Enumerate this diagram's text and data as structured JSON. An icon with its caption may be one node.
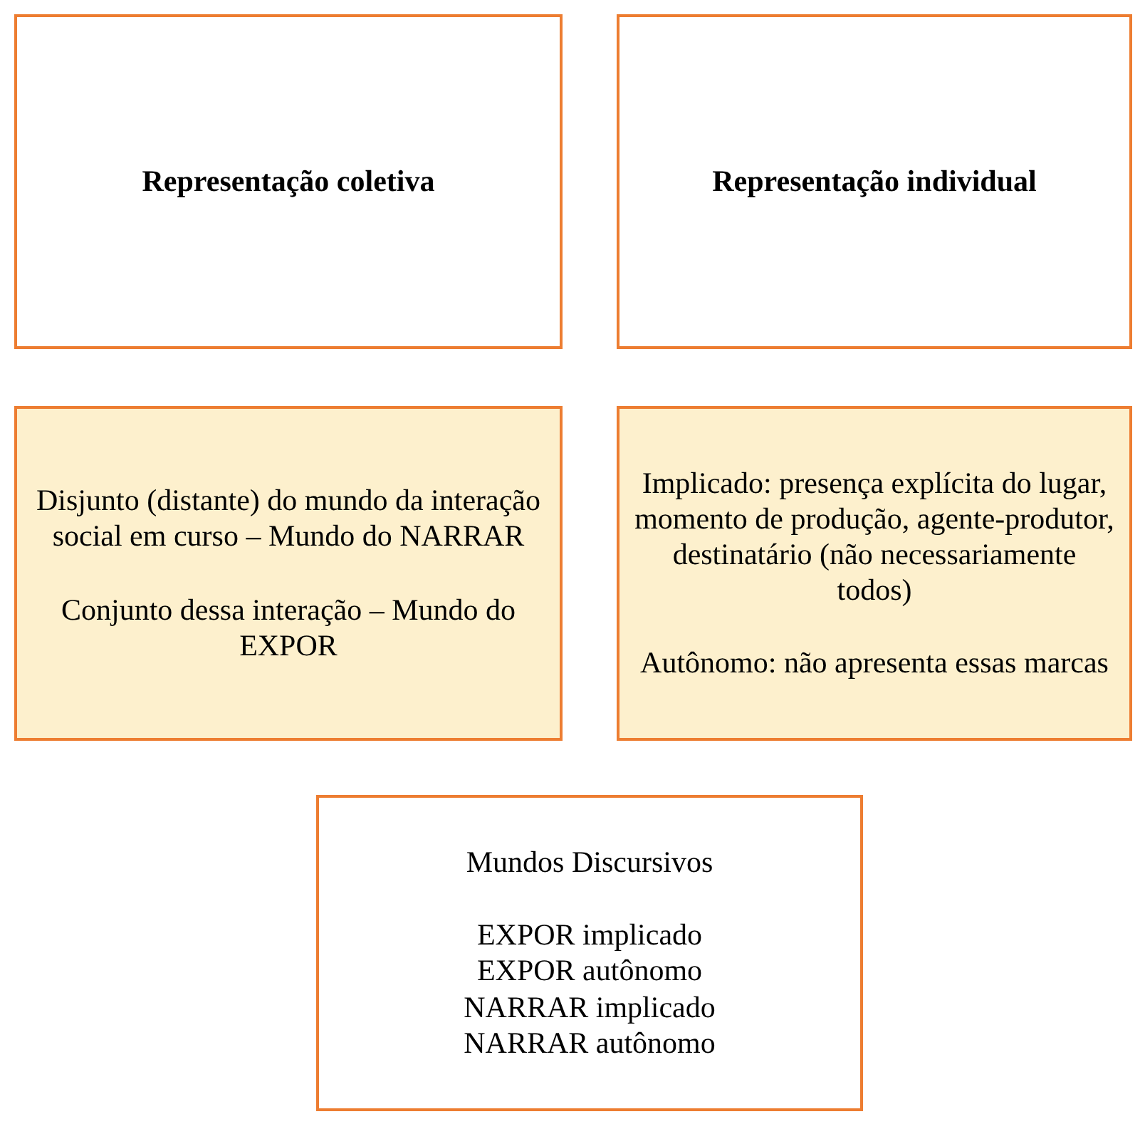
{
  "diagram": {
    "nodes": [
      {
        "text": [
          "Representação coletiva"
        ]
      },
      {
        "text": [
          "Representação individual"
        ]
      },
      {
        "text": [
          "Disjunto (distante) do mundo da interação social em curso – Mundo do NARRAR",
          "Conjunto dessa interação – Mundo do EXPOR"
        ]
      },
      {
        "text": [
          "Implicado: presença explícita do lugar, momento de produção, agente-produtor, destinatário (não necessariamente todos)",
          "Autônomo: não apresenta essas marcas"
        ]
      },
      {
        "text": [
          "Mundos Discursivos",
          "EXPOR implicado",
          "EXPOR autônomo",
          "NARRAR implicado",
          "NARRAR autônomo"
        ]
      }
    ]
  }
}
